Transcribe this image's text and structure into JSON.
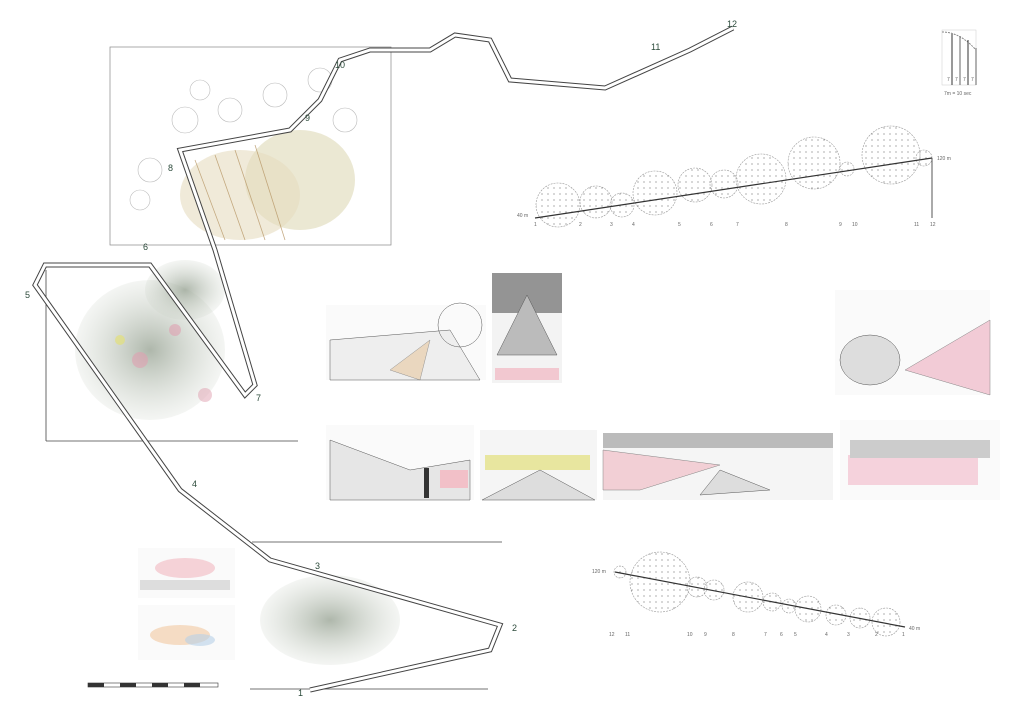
{
  "route": {
    "stations": [
      "1",
      "2",
      "3",
      "4",
      "5",
      "6",
      "7",
      "8",
      "9",
      "10",
      "11",
      "12"
    ]
  },
  "legend": {
    "bar_labels": [
      "7",
      "7",
      "7",
      "7"
    ],
    "caption": "7m = 10 sec"
  },
  "section_ascending": {
    "start_elevation": "40 m",
    "end_elevation": "120 m",
    "stations": [
      "1",
      "2",
      "3",
      "4",
      "5",
      "6",
      "7",
      "8",
      "9",
      "10",
      "11",
      "12"
    ]
  },
  "section_descending": {
    "start_elevation": "120 m",
    "end_elevation": "40 m",
    "stations": [
      "12",
      "11",
      "10",
      "9",
      "8",
      "7",
      "6",
      "5",
      "4",
      "3",
      "2",
      "1"
    ]
  },
  "colors": {
    "path": "#333333",
    "vegetation": "#8a9a85",
    "flowers": "#e8a0b8",
    "yellow": "#e3e07a"
  }
}
